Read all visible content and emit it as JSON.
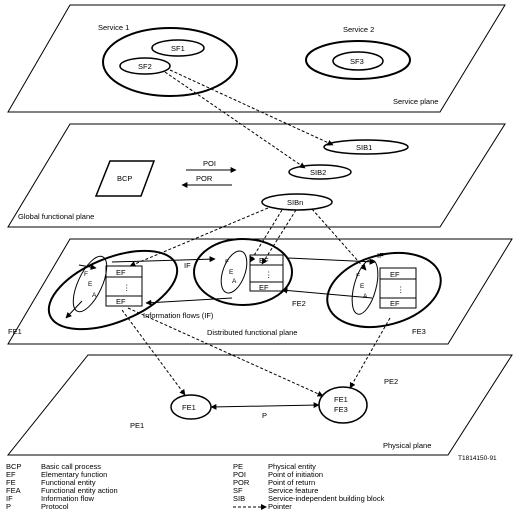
{
  "service_plane": {
    "label": "Service plane",
    "service1": "Service 1",
    "service2": "Service 2",
    "sf1": "SF1",
    "sf2": "SF2",
    "sf3": "SF3"
  },
  "global_plane": {
    "label": "Global functional plane",
    "bcp": "BCP",
    "poi": "POI",
    "por": "POR",
    "sib1": "SIB1",
    "sib2": "SIB2",
    "sibn": "SIBn"
  },
  "distributed_plane": {
    "label": "Distributed functional plane",
    "info_flows": "Information flows (IF)",
    "if_left": "IF",
    "if_right": "IF",
    "fe1": "FE1",
    "fe2": "FE2",
    "fe3": "FE3",
    "fea": [
      "F",
      "E",
      "A"
    ],
    "ef": "EF",
    "dots": "⋮"
  },
  "physical_plane": {
    "label": "Physical plane",
    "pe1": "PE1",
    "pe2": "PE2",
    "node_fe1": "FE1",
    "node_fe1_fe3_top": "FE1",
    "node_fe1_fe3_bottom": "FE3",
    "protocol": "P"
  },
  "figure_id": "T1814150-91",
  "legend_left": [
    {
      "abbr": "BCP",
      "desc": "Basic call process"
    },
    {
      "abbr": "EF",
      "desc": "Elementary function"
    },
    {
      "abbr": "FE",
      "desc": "Functional entity"
    },
    {
      "abbr": "FEA",
      "desc": "Functional entity action"
    },
    {
      "abbr": "IF",
      "desc": "Information flow"
    },
    {
      "abbr": "P",
      "desc": "Protocol"
    }
  ],
  "legend_right": [
    {
      "abbr": "PE",
      "desc": "Physical entity"
    },
    {
      "abbr": "POI",
      "desc": "Point of initiation"
    },
    {
      "abbr": "POR",
      "desc": "Point of return"
    },
    {
      "abbr": "SF",
      "desc": "Service feature"
    },
    {
      "abbr": "SIB",
      "desc": "Service-independent building block"
    },
    {
      "abbr": "",
      "desc": "Pointer"
    }
  ]
}
